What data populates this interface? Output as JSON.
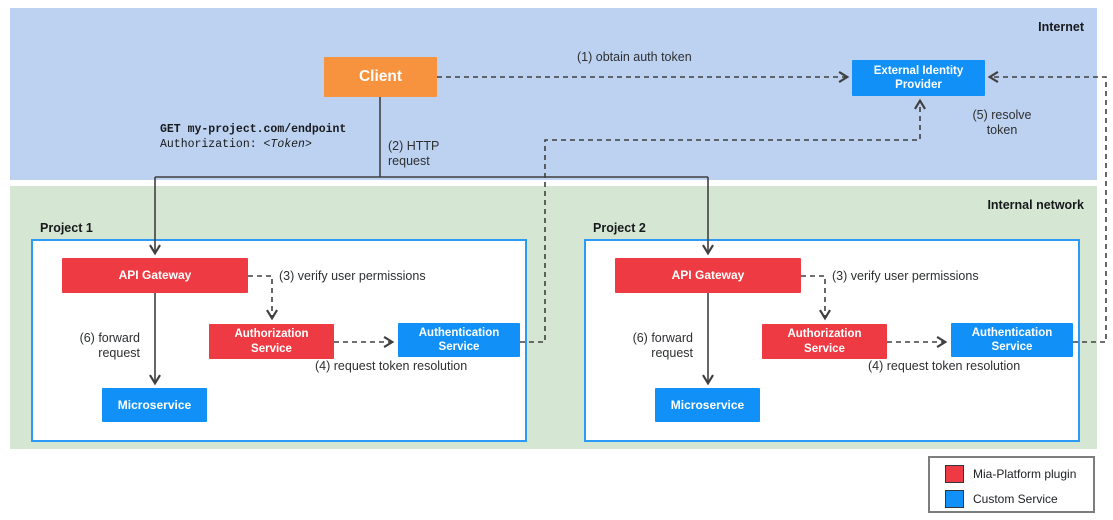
{
  "zones": {
    "internet": {
      "label": "Internet"
    },
    "internal_network": {
      "label": "Internal network"
    }
  },
  "nodes": {
    "client": {
      "label": "Client"
    },
    "external_identity_provider": {
      "label": "External Identity Provider"
    }
  },
  "projects": [
    {
      "label": "Project 1",
      "nodes": {
        "api_gateway": "API Gateway",
        "authorization_service": "Authorization Service",
        "authentication_service": "Authentication Service",
        "microservice": "Microservice"
      }
    },
    {
      "label": "Project 2",
      "nodes": {
        "api_gateway": "API Gateway",
        "authorization_service": "Authorization Service",
        "authentication_service": "Authentication Service",
        "microservice": "Microservice"
      }
    }
  ],
  "annotations": {
    "step1": "(1) obtain auth token",
    "request_code": {
      "line1": "GET my-project.com/endpoint",
      "line2_prefix": "Authorization: ",
      "line2_token": "<Token>"
    },
    "step2": {
      "line1": "(2) HTTP",
      "line2": "request"
    },
    "step3": "(3) verify user permissions",
    "step4": "(4) request token resolution",
    "step5": {
      "line1": "(5) resolve",
      "line2": "token"
    },
    "step6": {
      "line1": "(6) forward",
      "line2": "request"
    }
  },
  "legend": {
    "items": [
      {
        "label": "Mia-Platform plugin",
        "color": "#EE3B43"
      },
      {
        "label": "Custom Service",
        "color": "#1191F8"
      }
    ]
  },
  "colors": {
    "internet_bg": "#BDD2F1",
    "internal_bg": "#D5E7D2",
    "client_orange": "#F7923E",
    "plugin_red": "#EE3B43",
    "service_blue": "#1191F8",
    "project_border": "#2E9AF7",
    "connector": "#404040"
  }
}
